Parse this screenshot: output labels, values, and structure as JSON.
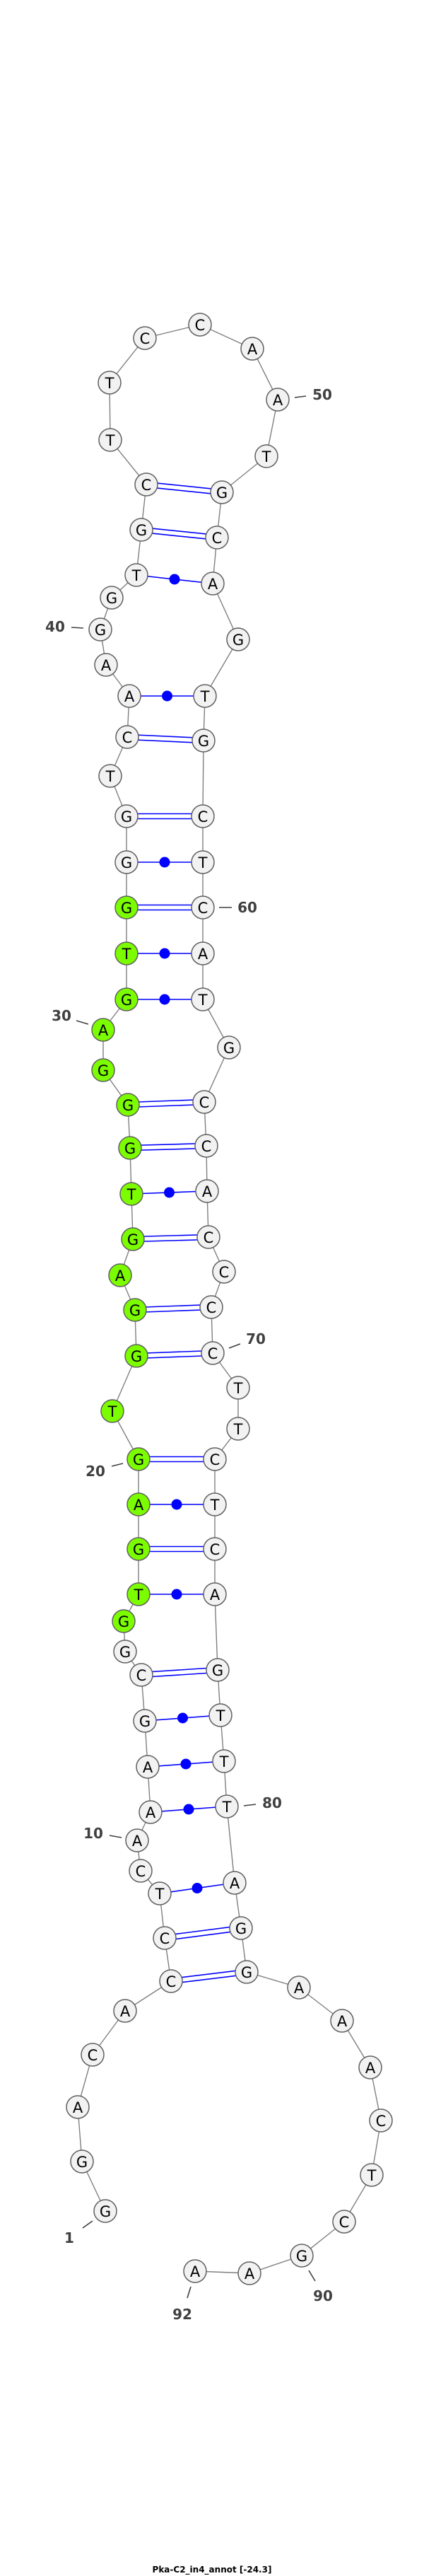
{
  "title": "Pka-C2_in4_annot [-24.3]",
  "sequence": "GGACACCTCAAAGCGGTGAGTGGAGTGGGAGTGGGTCAAGGTGCTTCCAATGCAGTGCTCATGCCACCCCTTCTCAGTTTAGGAAACTCGAA",
  "highlighted_positions": [
    16,
    17,
    18,
    19,
    20,
    21,
    22,
    23,
    24,
    25,
    26,
    27,
    28,
    29,
    30,
    31,
    32,
    33
  ],
  "colors": {
    "highlight": "#7cfc00",
    "base_fill": "#f2f2f2",
    "pair": "#0000ff",
    "backbone": "#808080"
  },
  "pairs": [
    {
      "i": 6,
      "j": 83,
      "type": "canonical"
    },
    {
      "i": 7,
      "j": 82,
      "type": "canonical"
    },
    {
      "i": 8,
      "j": 81,
      "type": "weak"
    },
    {
      "i": 11,
      "j": 80,
      "type": "weak"
    },
    {
      "i": 12,
      "j": 79,
      "type": "weak"
    },
    {
      "i": 13,
      "j": 78,
      "type": "weak"
    },
    {
      "i": 14,
      "j": 77,
      "type": "canonical"
    },
    {
      "i": 17,
      "j": 76,
      "type": "weak"
    },
    {
      "i": 18,
      "j": 75,
      "type": "canonical"
    },
    {
      "i": 19,
      "j": 74,
      "type": "weak"
    },
    {
      "i": 20,
      "j": 73,
      "type": "canonical"
    },
    {
      "i": 22,
      "j": 70,
      "type": "canonical"
    },
    {
      "i": 23,
      "j": 69,
      "type": "canonical"
    },
    {
      "i": 25,
      "j": 67,
      "type": "canonical"
    },
    {
      "i": 26,
      "j": 66,
      "type": "weak"
    },
    {
      "i": 27,
      "j": 65,
      "type": "canonical"
    },
    {
      "i": 28,
      "j": 64,
      "type": "canonical"
    },
    {
      "i": 31,
      "j": 62,
      "type": "weak"
    },
    {
      "i": 32,
      "j": 61,
      "type": "weak"
    },
    {
      "i": 33,
      "j": 60,
      "type": "canonical"
    },
    {
      "i": 34,
      "j": 59,
      "type": "weak"
    },
    {
      "i": 35,
      "j": 58,
      "type": "canonical"
    },
    {
      "i": 37,
      "j": 57,
      "type": "canonical"
    },
    {
      "i": 38,
      "j": 56,
      "type": "weak"
    },
    {
      "i": 42,
      "j": 54,
      "type": "weak"
    },
    {
      "i": 43,
      "j": 53,
      "type": "canonical"
    },
    {
      "i": 44,
      "j": 52,
      "type": "canonical"
    }
  ],
  "position_labels": [
    "1",
    "10",
    "20",
    "30",
    "40",
    "50",
    "60",
    "70",
    "80",
    "90",
    "92"
  ]
}
